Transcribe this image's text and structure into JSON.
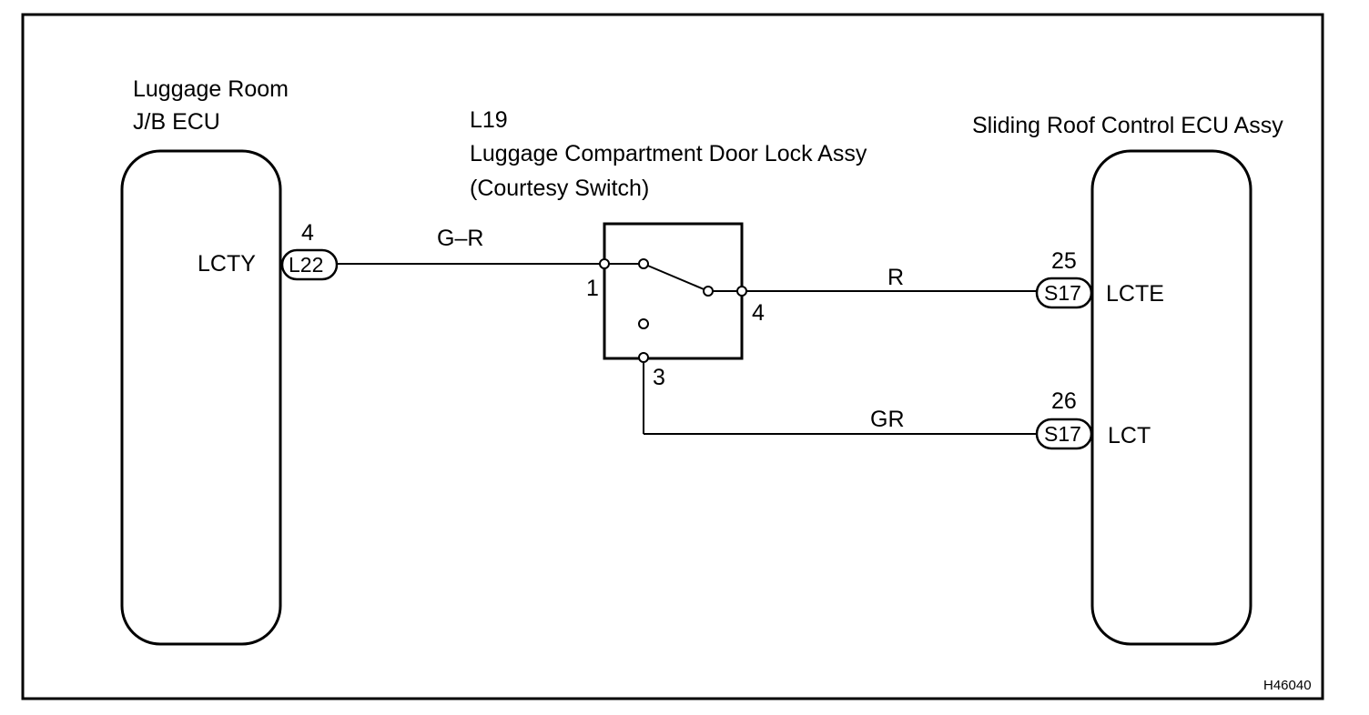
{
  "components": {
    "left_ecu": {
      "name_line1": "Luggage Room",
      "name_line2": "J/B ECU"
    },
    "switch": {
      "code": "L19",
      "name_line1": "Luggage Compartment Door Lock Assy",
      "name_line2": "(Courtesy Switch)",
      "pins": {
        "p1": "1",
        "p3": "3",
        "p4": "4"
      }
    },
    "right_ecu": {
      "name": "Sliding Roof Control ECU Assy"
    }
  },
  "connectors": {
    "l22": {
      "code": "L22",
      "pin": "4",
      "terminal": "LCTY"
    },
    "s17_lcte": {
      "code": "S17",
      "pin": "25",
      "terminal": "LCTE"
    },
    "s17_lct": {
      "code": "S17",
      "pin": "26",
      "terminal": "LCT"
    }
  },
  "wires": {
    "w1": {
      "color_code": "G–R"
    },
    "w2": {
      "color_code": "R"
    },
    "w3": {
      "color_code": "GR"
    }
  },
  "footer": {
    "figure_id": "H46040"
  }
}
